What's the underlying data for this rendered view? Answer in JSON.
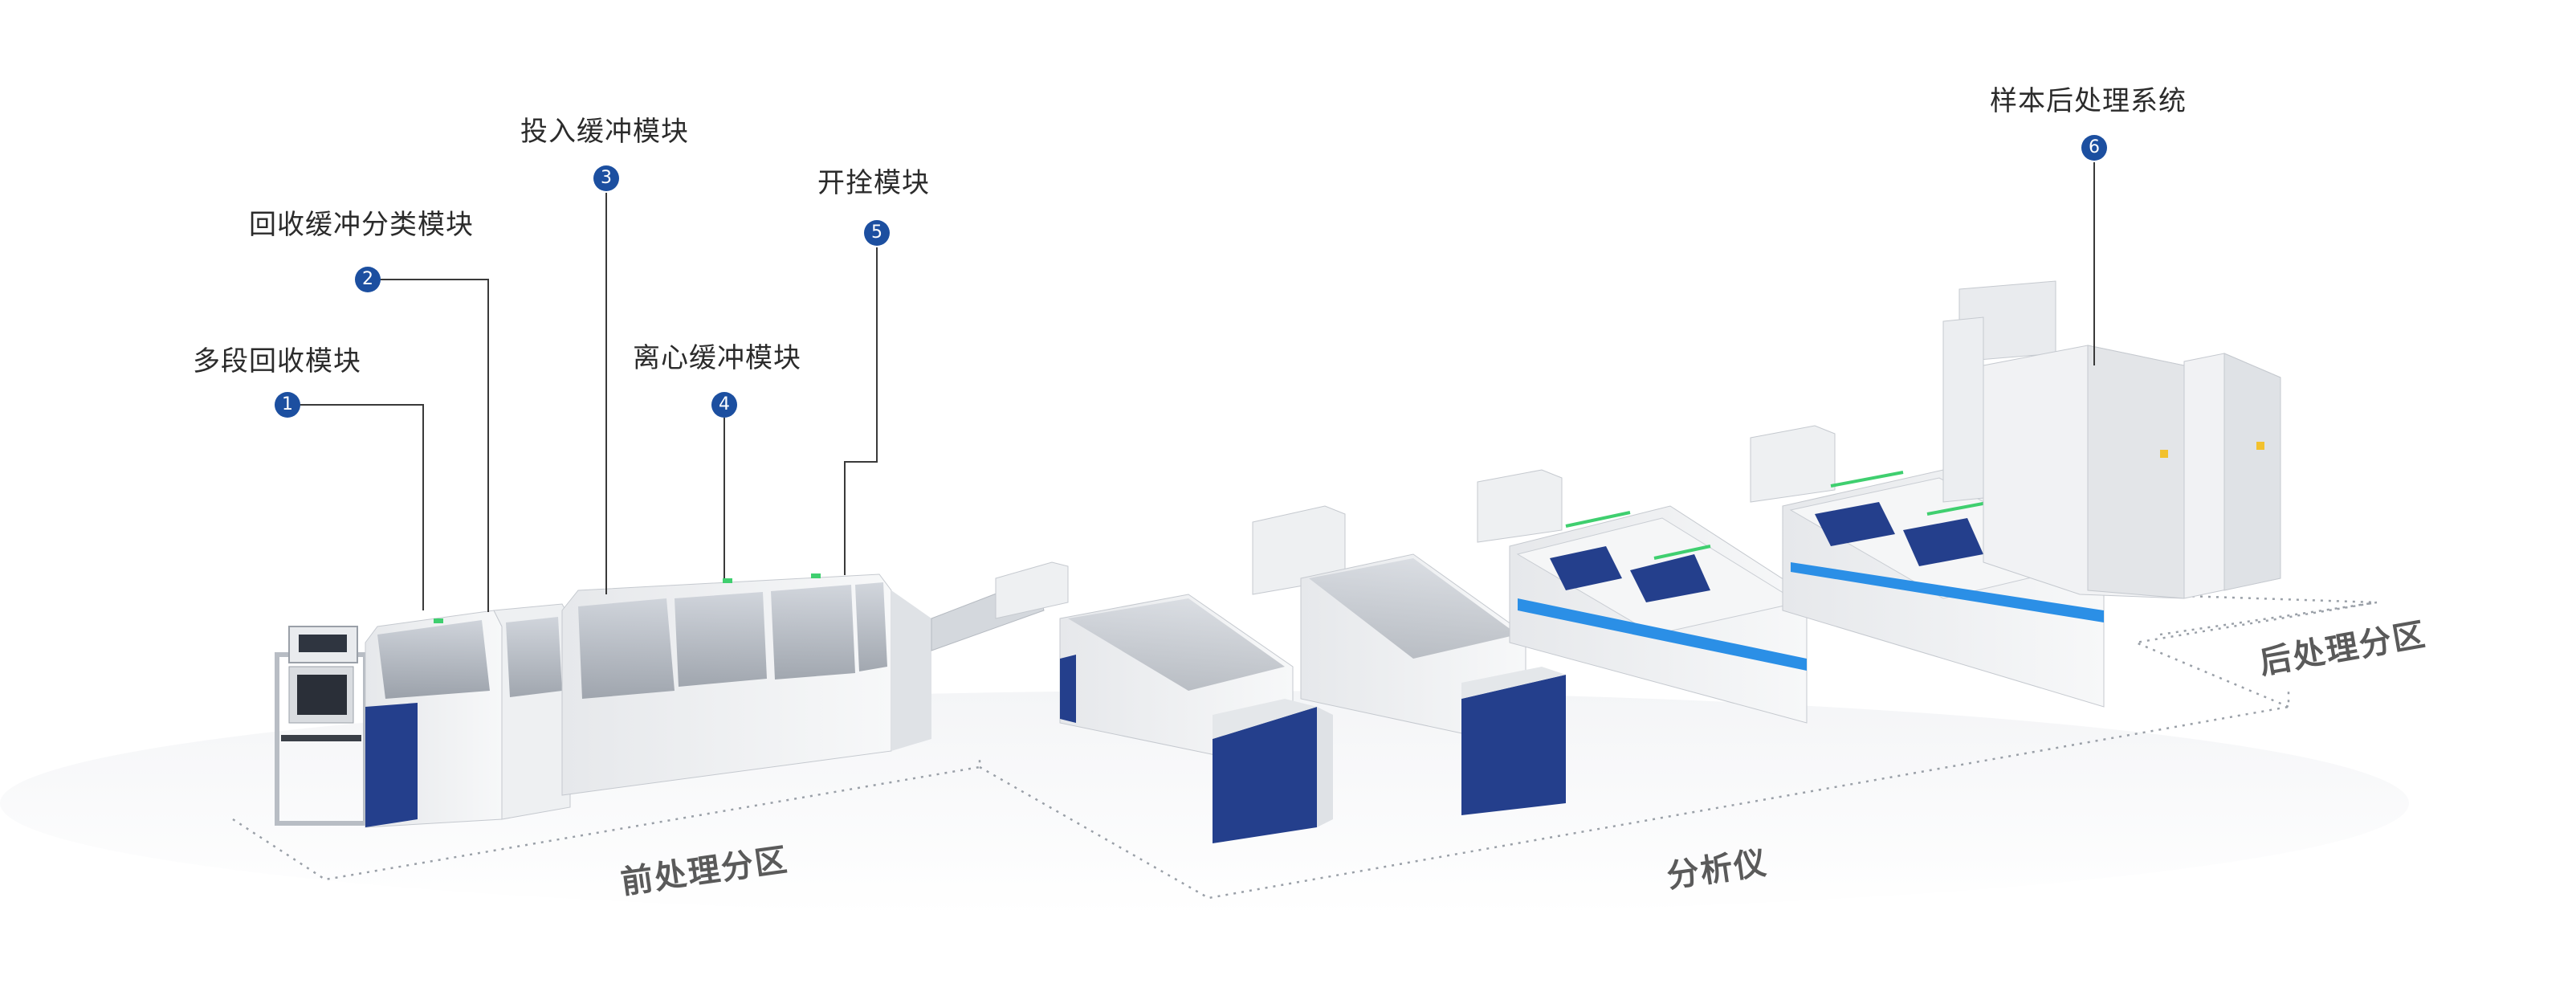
{
  "modules": [
    {
      "number": "1",
      "label": "多段回收模块"
    },
    {
      "number": "2",
      "label": "回收缓冲分类模块"
    },
    {
      "number": "3",
      "label": "投入缓冲模块"
    },
    {
      "number": "4",
      "label": "离心缓冲模块"
    },
    {
      "number": "5",
      "label": "开拴模块"
    },
    {
      "number": "6",
      "label": "样本后处理系统"
    }
  ],
  "zones": {
    "pre": "前处理分区",
    "analyzer": "分析仪",
    "post": "后处理分区"
  },
  "colors": {
    "badge": "#1c4fa0",
    "machine_blue": "#1f3f8f",
    "machine_body": "#eceef1",
    "accent_green": "#3fcf6f",
    "accent_cyan": "#2b8fe6"
  }
}
